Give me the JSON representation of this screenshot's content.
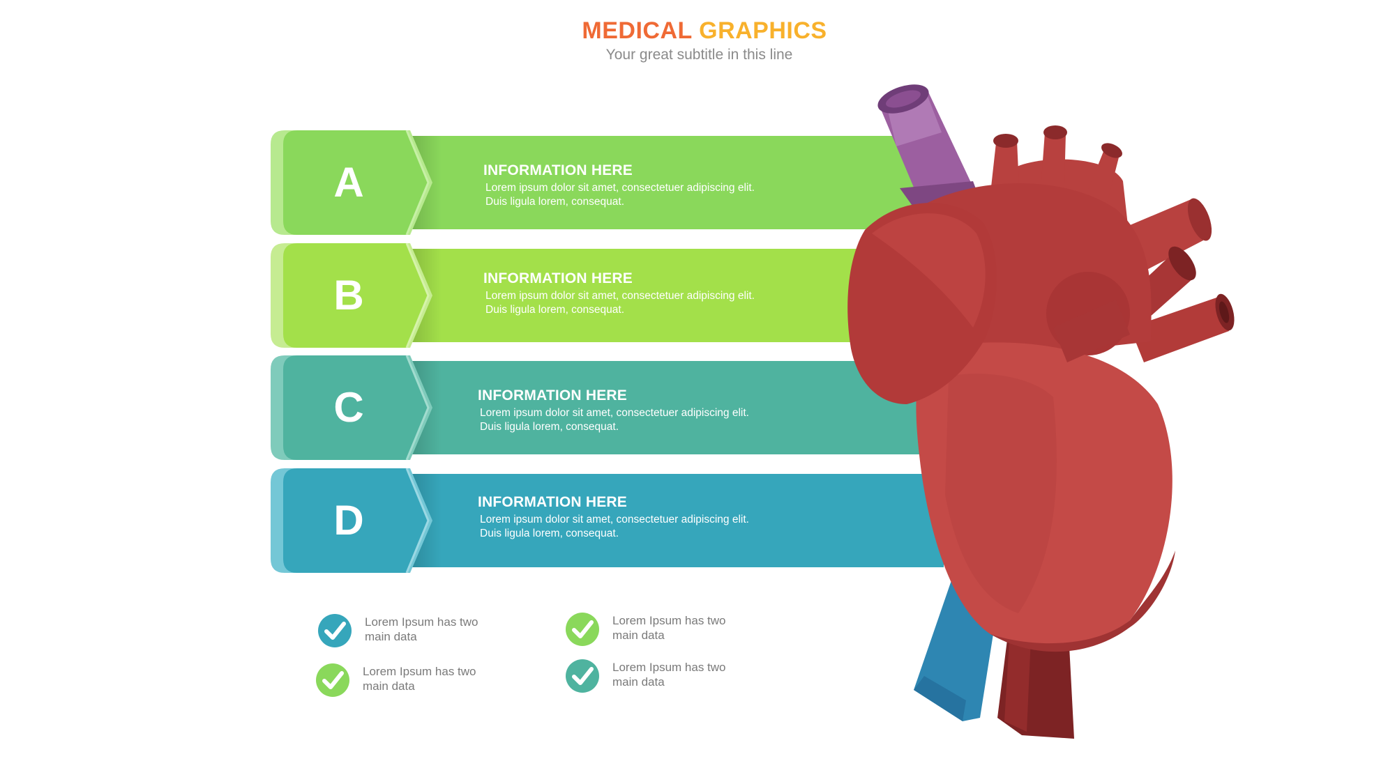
{
  "header": {
    "title_part1": "MEDICAL",
    "title_part2": "GRAPHICS",
    "subtitle": "Your great subtitle in this line"
  },
  "colors": {
    "title_part1": "#ef6a35",
    "title_part2": "#f8b12c",
    "a": "#8ad85b",
    "b": "#a3e04a",
    "c": "#4fb39f",
    "d": "#36a6bb",
    "heart": "#c44a47"
  },
  "rows": [
    {
      "letter": "A",
      "heading": "INFORMATION HERE",
      "line1": "Lorem ipsum dolor sit amet, consectetuer adipiscing elit.",
      "line2": "Duis ligula lorem, consequat."
    },
    {
      "letter": "B",
      "heading": "INFORMATION HERE",
      "line1": "Lorem ipsum dolor sit amet, consectetuer adipiscing elit.",
      "line2": "Duis ligula lorem, consequat."
    },
    {
      "letter": "C",
      "heading": "INFORMATION HERE",
      "line1": "Lorem ipsum dolor sit amet, consectetuer adipiscing elit.",
      "line2": "Duis ligula lorem, consequat."
    },
    {
      "letter": "D",
      "heading": "INFORMATION HERE",
      "line1": "Lorem ipsum dolor sit amet, consectetuer adipiscing elit.",
      "line2": "Duis ligula lorem, consequat."
    }
  ],
  "checks": [
    {
      "line1": "Lorem Ipsum has two",
      "line2": "main data",
      "icon": "check-icon"
    },
    {
      "line1": "Lorem Ipsum has two",
      "line2": "main data",
      "icon": "check-icon"
    },
    {
      "line1": "Lorem Ipsum has two",
      "line2": "main data",
      "icon": "check-icon"
    },
    {
      "line1": "Lorem Ipsum has two",
      "line2": "main data",
      "icon": "check-icon"
    }
  ]
}
